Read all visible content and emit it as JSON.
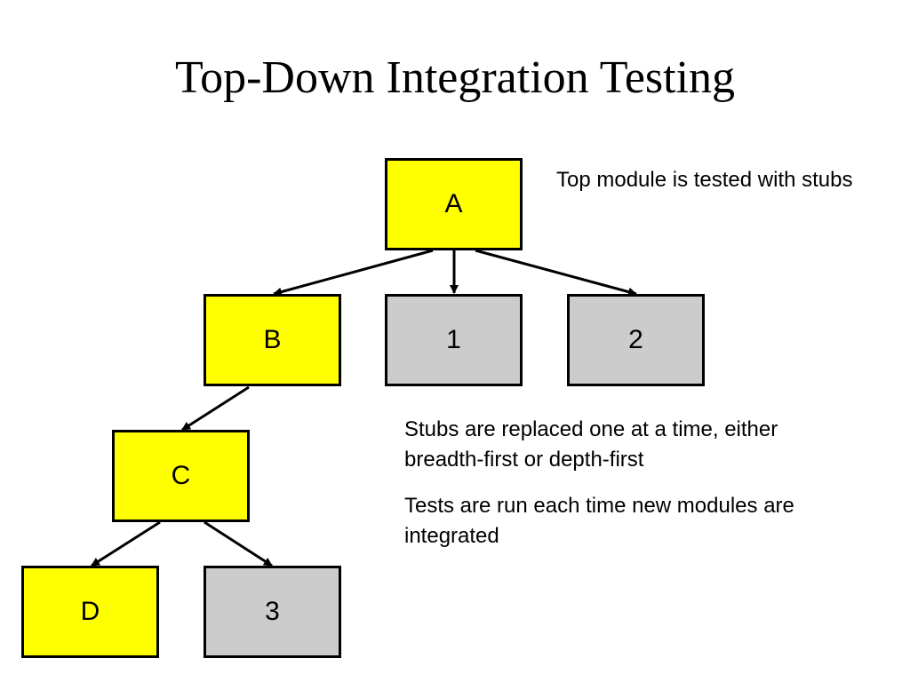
{
  "title": "Top-Down Integration Testing",
  "colors": {
    "module": "#ffff00",
    "stub": "#cccccc",
    "border": "#000000"
  },
  "nodes": [
    {
      "id": "A",
      "label": "A",
      "kind": "module"
    },
    {
      "id": "B",
      "label": "B",
      "kind": "module"
    },
    {
      "id": "S1",
      "label": "1",
      "kind": "stub"
    },
    {
      "id": "S2",
      "label": "2",
      "kind": "stub"
    },
    {
      "id": "C",
      "label": "C",
      "kind": "module"
    },
    {
      "id": "D",
      "label": "D",
      "kind": "module"
    },
    {
      "id": "S3",
      "label": "3",
      "kind": "stub"
    }
  ],
  "edges": [
    {
      "from": "A",
      "to": "B"
    },
    {
      "from": "A",
      "to": "S1"
    },
    {
      "from": "A",
      "to": "S2"
    },
    {
      "from": "B",
      "to": "C"
    },
    {
      "from": "C",
      "to": "D"
    },
    {
      "from": "C",
      "to": "S3"
    }
  ],
  "notes": {
    "top": "Top module is tested with stubs",
    "replaced": "Stubs are replaced one at a time, either breadth-first or depth-first",
    "tests": "Tests are run each time new modules are integrated"
  }
}
